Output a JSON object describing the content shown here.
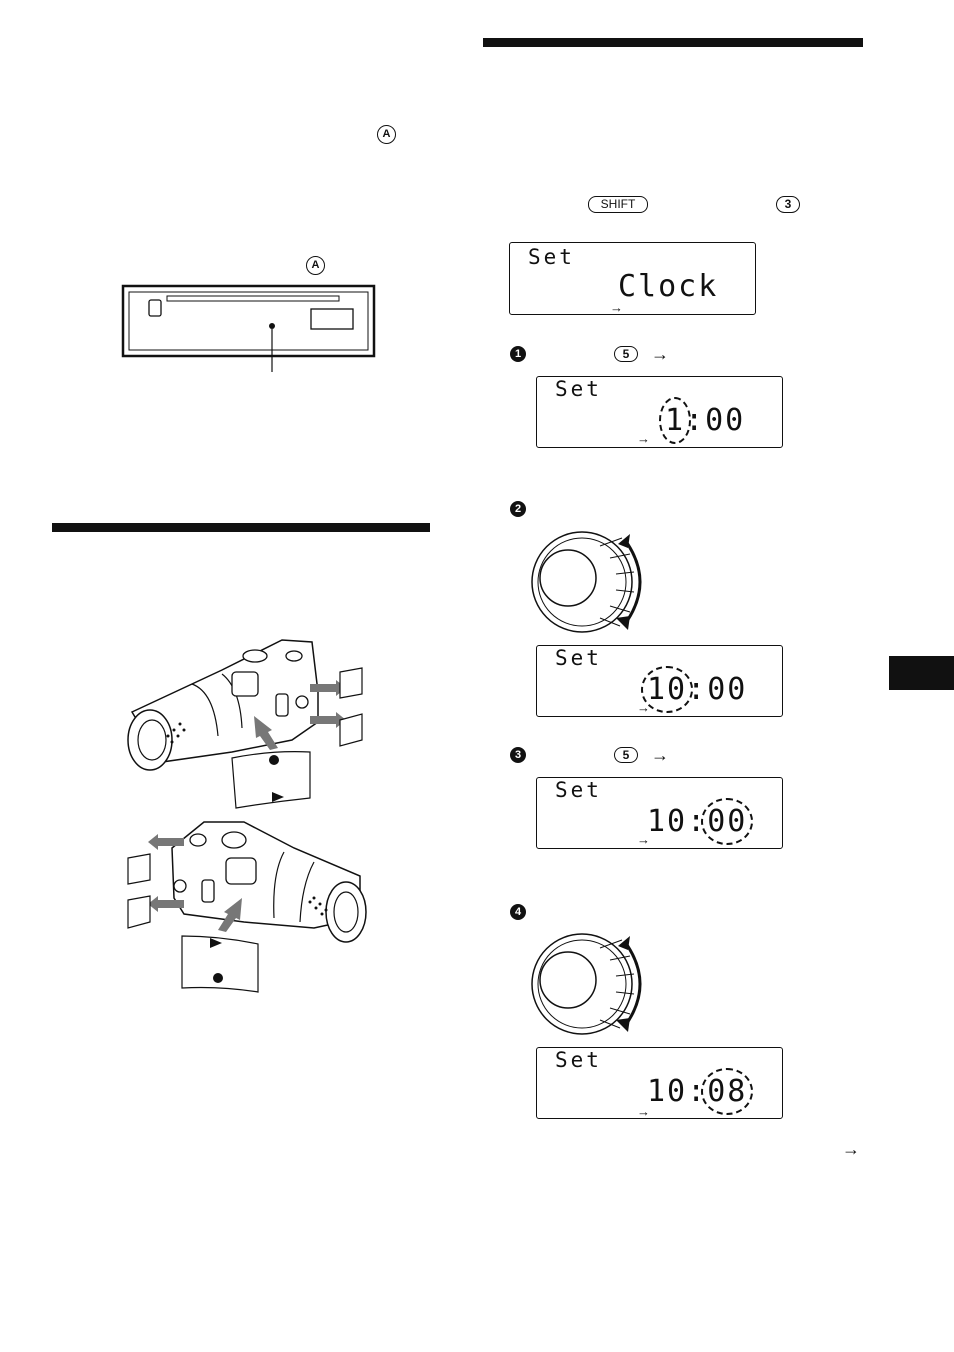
{
  "left": {
    "marker_a_1": "A",
    "marker_a_2": "A"
  },
  "right": {
    "shift_key": "SHIFT",
    "key_3": "3",
    "display_initial": {
      "top": "Set",
      "main": "Clock"
    },
    "steps": [
      {
        "num": "1",
        "key": "5",
        "display": {
          "top": "Set",
          "hour": "1",
          "sep": ":",
          "min": "00"
        }
      },
      {
        "num": "2",
        "display": {
          "top": "Set",
          "hour": "10",
          "sep": ":",
          "min": "00"
        }
      },
      {
        "num": "3",
        "key": "5",
        "display": {
          "top": "Set",
          "hour": "10",
          "sep": ":",
          "min": "00"
        }
      },
      {
        "num": "4",
        "display": {
          "top": "Set",
          "hour": "10",
          "sep": ":",
          "min": "08"
        }
      }
    ]
  },
  "icons": {
    "arrow": "→",
    "lcd_arrow": "→"
  },
  "colors": {
    "ink": "#111111",
    "paper": "#ffffff"
  }
}
